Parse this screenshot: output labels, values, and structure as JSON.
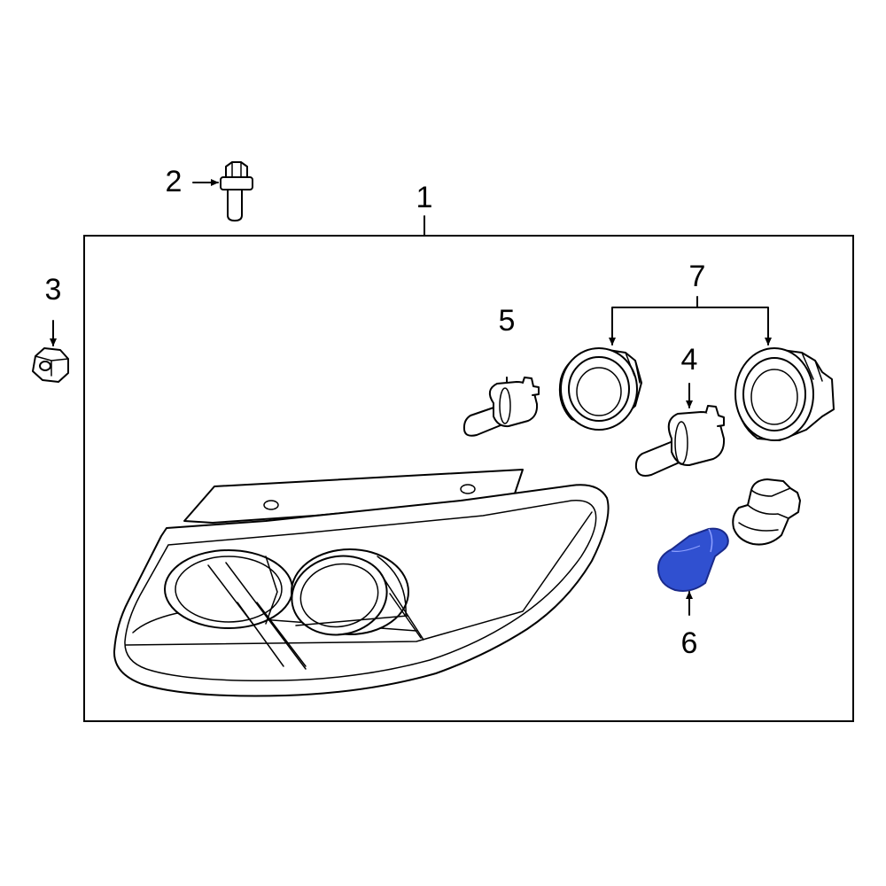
{
  "colors": {
    "background": "#ffffff",
    "line": "#000000",
    "highlight_fill": "#3050d0",
    "highlight_stroke": "#1a2a8a"
  },
  "callouts": [
    {
      "id": "1",
      "label": "1",
      "part": "headlamp-assembly"
    },
    {
      "id": "2",
      "label": "2",
      "part": "bolt"
    },
    {
      "id": "3",
      "label": "3",
      "part": "nut"
    },
    {
      "id": "4",
      "label": "4",
      "part": "socket-bulb"
    },
    {
      "id": "5",
      "label": "5",
      "part": "socket-bulb"
    },
    {
      "id": "6",
      "label": "6",
      "part": "turn-signal-bulb",
      "highlighted": true
    },
    {
      "id": "7",
      "label": "7",
      "part": "dust-caps"
    }
  ]
}
